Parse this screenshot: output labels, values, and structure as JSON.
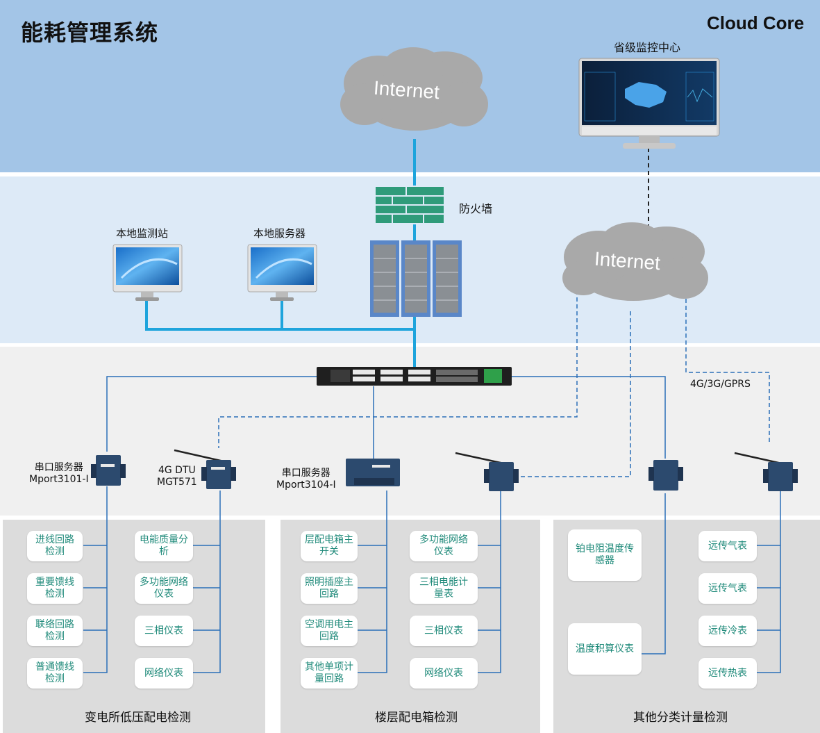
{
  "title": "能耗管理系统",
  "brand": "Cloud Core",
  "cloud_top": {
    "label": "Internet"
  },
  "cloud_right": {
    "label": "Internet"
  },
  "monitor_center": {
    "label": "省级监控中心"
  },
  "firewall": {
    "label": "防火墙"
  },
  "local_station": {
    "label": "本地监测站"
  },
  "local_server": {
    "label": "本地服务器"
  },
  "wireless_label": "4G/3G/GPRS",
  "devices": {
    "mport3101": {
      "line1": "串口服务器",
      "line2": "Mport3101-I"
    },
    "mgt571": {
      "line1": "4G DTU",
      "line2": "MGT571"
    },
    "mport3104": {
      "line1": "串口服务器",
      "line2": "Mport3104-I"
    }
  },
  "sections": {
    "substation": {
      "title": "变电所低压配电检测",
      "left": [
        {
          "l1": "进线回路",
          "l2": "检测"
        },
        {
          "l1": "重要馈线",
          "l2": "检测"
        },
        {
          "l1": "联络回路",
          "l2": "检测"
        },
        {
          "l1": "普通馈线",
          "l2": "检测"
        }
      ],
      "right": [
        {
          "l1": "电能质量分",
          "l2": "析"
        },
        {
          "l1": "多功能网络",
          "l2": "仪表"
        },
        {
          "l1": "三相仪表",
          "l2": ""
        },
        {
          "l1": "网络仪表",
          "l2": ""
        }
      ]
    },
    "floor": {
      "title": "楼层配电箱检测",
      "left": [
        {
          "l1": "层配电箱主",
          "l2": "开关"
        },
        {
          "l1": "照明插座主",
          "l2": "回路"
        },
        {
          "l1": "空调用电主",
          "l2": "回路"
        },
        {
          "l1": "其他单项计",
          "l2": "量回路"
        }
      ],
      "right": [
        {
          "l1": "多功能网络",
          "l2": "仪表"
        },
        {
          "l1": "三相电能计",
          "l2": "量表"
        },
        {
          "l1": "三相仪表",
          "l2": ""
        },
        {
          "l1": "网络仪表",
          "l2": ""
        }
      ]
    },
    "other": {
      "title": "其他分类计量检测",
      "left": [
        {
          "l1": "铂电阻温度传",
          "l2": "感器"
        },
        {
          "l1": "温度积算仪表",
          "l2": ""
        }
      ],
      "right": [
        {
          "l1": "远传气表",
          "l2": ""
        },
        {
          "l1": "远传气表",
          "l2": ""
        },
        {
          "l1": "远传冷表",
          "l2": ""
        },
        {
          "l1": "远传热表",
          "l2": ""
        }
      ]
    }
  },
  "colors": {
    "band_top": "#a3c5e7",
    "band_mid": "#ddeaf7",
    "band_low": "#f0f0f0",
    "panel": "#dcdcdc",
    "link_solid": "#1ea4dc",
    "link_lines": "#2a6fb8",
    "box_text": "#1f8a7a"
  }
}
